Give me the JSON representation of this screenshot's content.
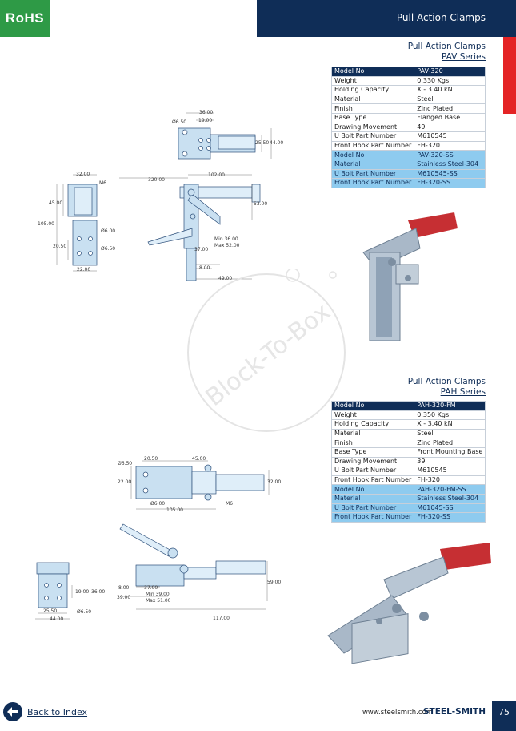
{
  "header": {
    "badge": "RoHS",
    "title": "Pull Action Clamps"
  },
  "pav": {
    "title": "Pull Action Clamps",
    "series": "PAV Series",
    "rows": [
      {
        "k": "Model No",
        "v": "PAV-320",
        "style": "head"
      },
      {
        "k": "Weight",
        "v": "0.330 Kgs",
        "style": ""
      },
      {
        "k": "Holding Capacity",
        "v": "X - 3.40 kN",
        "style": ""
      },
      {
        "k": "Material",
        "v": "Steel",
        "style": ""
      },
      {
        "k": "Finish",
        "v": "Zinc Plated",
        "style": ""
      },
      {
        "k": "Base Type",
        "v": "Flanged Base",
        "style": ""
      },
      {
        "k": "Drawing Movement",
        "v": "49",
        "style": ""
      },
      {
        "k": "U Bolt Part Number",
        "v": "M610545",
        "style": ""
      },
      {
        "k": "Front Hook Part Number",
        "v": "FH-320",
        "style": ""
      },
      {
        "k": "Model No",
        "v": "PAV-320-SS",
        "style": "hi"
      },
      {
        "k": "Material",
        "v": "Stainless Steel-304",
        "style": "hi"
      },
      {
        "k": "U Bolt Part Number",
        "v": "M610545-SS",
        "style": "hi"
      },
      {
        "k": "Front Hook Part Number",
        "v": "FH-320-SS",
        "style": "hi"
      }
    ],
    "dims": {
      "top_view": [
        "36.00",
        "19.00",
        "Ø6.50",
        "25.50",
        "44.00"
      ],
      "side_view": [
        "320.00",
        "102.00",
        "53.00",
        "Min 36.00",
        "Max 52.00",
        "37.00",
        "8.00",
        "49.00"
      ],
      "front_view": [
        "32.00",
        "M6",
        "45.00",
        "105.00",
        "Ø6.00",
        "20.50",
        "Ø6.50",
        "22.00"
      ]
    }
  },
  "pah": {
    "title": "Pull Action Clamps",
    "series": "PAH Series",
    "rows": [
      {
        "k": "Model No",
        "v": "PAH-320-FM",
        "style": "head"
      },
      {
        "k": "Weight",
        "v": "0.350 Kgs",
        "style": ""
      },
      {
        "k": "Holding Capacity",
        "v": "X - 3.40 kN",
        "style": ""
      },
      {
        "k": "Material",
        "v": "Steel",
        "style": ""
      },
      {
        "k": "Finish",
        "v": "Zinc Plated",
        "style": ""
      },
      {
        "k": "Base Type",
        "v": "Front Mounting Base",
        "style": ""
      },
      {
        "k": "Drawing Movement",
        "v": "39",
        "style": ""
      },
      {
        "k": "U Bolt Part Number",
        "v": "M610545",
        "style": ""
      },
      {
        "k": "Front Hook Part Number",
        "v": "FH-320",
        "style": ""
      },
      {
        "k": "Model No",
        "v": "PAH-320-FM-SS",
        "style": "hi"
      },
      {
        "k": "Material",
        "v": "Stainless Steel-304",
        "style": "hi"
      },
      {
        "k": "U Bolt Part Number",
        "v": "M61045-SS",
        "style": "hi"
      },
      {
        "k": "Front Hook Part Number",
        "v": "FH-320-SS",
        "style": "hi"
      }
    ],
    "dims": {
      "top_view": [
        "Ø6.50",
        "20.50",
        "45.00",
        "22.00",
        "32.00",
        "Ø6.00",
        "M6",
        "105.00"
      ],
      "end_view": [
        "19.00",
        "36.00",
        "25.50",
        "Ø6.50",
        "44.00"
      ],
      "side_view": [
        "8.00",
        "37.00",
        "39.00",
        "Min 39.00",
        "Max 51.00",
        "59.00",
        "117.00"
      ]
    }
  },
  "watermark": "Block-To-Box",
  "footer": {
    "back": "Back to Index",
    "site": "www.steelsmith.com",
    "brand": "STEEL-SMITH",
    "page": "75"
  },
  "icons": [
    "back-arrow-icon"
  ],
  "colors": {
    "navy": "#0f2d57",
    "green": "#2e9a46",
    "red": "#e42325",
    "highlight": "#8ecbef"
  }
}
